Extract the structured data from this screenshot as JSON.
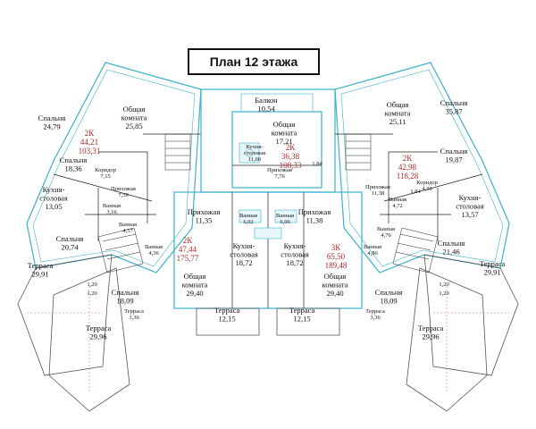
{
  "title": "План 12 этажа",
  "rooms": [
    {
      "n": "Спальня",
      "a": "24,79"
    },
    {
      "n": "Общая\nкомната",
      "a": "25,85"
    },
    {
      "n": "Спальня",
      "a": "18,36"
    },
    {
      "n": "Кухня-\nстоловая",
      "a": "13,05"
    },
    {
      "n": "Спальня",
      "a": "20,74"
    },
    {
      "n": "Терраса",
      "a": "29,91"
    },
    {
      "n": "Спальня",
      "a": "18,09"
    },
    {
      "n": "Терраса",
      "a": "29,96"
    },
    {
      "n": "Терраса",
      "a": "3,36"
    },
    {
      "n": "Коридор",
      "a": "7,15"
    },
    {
      "n": "Прихожая",
      "a": "7,59"
    },
    {
      "n": "Ванная",
      "a": "3,16"
    },
    {
      "n": "Ванная",
      "a": "4,57"
    },
    {
      "n": "Ванная",
      "a": "4,36"
    },
    {
      "n": "Балкон",
      "a": "10,54"
    },
    {
      "n": "Общая\nкомната",
      "a": "17,21"
    },
    {
      "n": "Кухня-\nстоловая",
      "a": "11,60"
    },
    {
      "n": "Прихожая",
      "a": "7,76"
    },
    {
      "n": "",
      "a": "1,84"
    },
    {
      "n": "Прихожая",
      "a": "11,35"
    },
    {
      "n": "Кухня-\nстоловая",
      "a": "18,72"
    },
    {
      "n": "Общая\nкомната",
      "a": "29,40"
    },
    {
      "n": "Терраса",
      "a": "12,15"
    },
    {
      "n": "Ванная",
      "a": "6,02"
    },
    {
      "n": "Ванная",
      "a": "6,06"
    },
    {
      "n": "Прихожая",
      "a": "11,38"
    },
    {
      "n": "Кухня-\nстоловая",
      "a": "18,72"
    },
    {
      "n": "Общая\nкомната",
      "a": "29,40"
    },
    {
      "n": "Терраса",
      "a": "12,15"
    },
    {
      "n": "Общая\nкомната",
      "a": "25,11"
    },
    {
      "n": "Спальня",
      "a": "35,87"
    },
    {
      "n": "Спальня",
      "a": "19,87"
    },
    {
      "n": "Прихожая",
      "a": "11,38"
    },
    {
      "n": "Ванная",
      "a": "4,72"
    },
    {
      "n": "Коридор",
      "a": "4,50"
    },
    {
      "n": "",
      "a": "1,84"
    },
    {
      "n": "Кухня-\nстоловая",
      "a": "13,57"
    },
    {
      "n": "Ванная",
      "a": "4,76"
    },
    {
      "n": "Ванная",
      "a": "4,86"
    },
    {
      "n": "Спальня",
      "a": "21,46"
    },
    {
      "n": "Терраса",
      "a": "29,91"
    },
    {
      "n": "Спальня",
      "a": "18,09"
    },
    {
      "n": "Терраса",
      "a": "29,96"
    },
    {
      "n": "Терраса",
      "a": "3,36"
    }
  ],
  "apartments": [
    {
      "type": "2К",
      "living": "44,21",
      "total": "103,31"
    },
    {
      "type": "2К",
      "living": "36,38",
      "total": "108,33"
    },
    {
      "type": "2К",
      "living": "47,44",
      "total": "175,77"
    },
    {
      "type": "3К",
      "living": "65,50",
      "total": "189,48"
    },
    {
      "type": "2К",
      "living": "42,98",
      "total": "118,28"
    }
  ],
  "dims": [
    "1,20",
    "1,20",
    "1,20",
    "1,20"
  ]
}
